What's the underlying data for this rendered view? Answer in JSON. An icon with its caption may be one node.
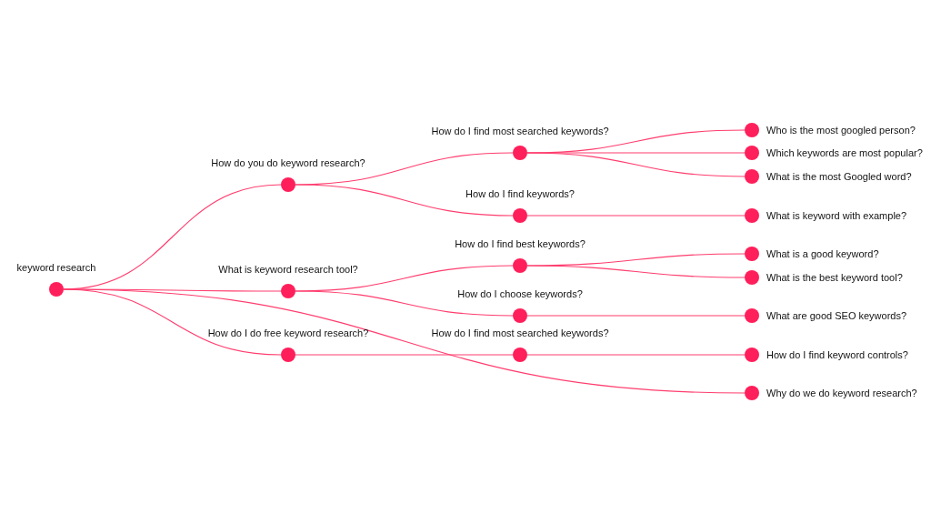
{
  "diagram": {
    "nodes": [
      {
        "text": [
          "keyword research"
        ]
      },
      {
        "text": [
          "How do you do keyword research?"
        ]
      },
      {
        "text": [
          "What is keyword research tool?"
        ]
      },
      {
        "text": [
          "How do I do free keyword research?"
        ]
      },
      {
        "text": [
          "How do I find most searched keywords?"
        ]
      },
      {
        "text": [
          "How do I find keywords?"
        ]
      },
      {
        "text": [
          "How do I find best keywords?"
        ]
      },
      {
        "text": [
          "How do I choose keywords?"
        ]
      },
      {
        "text": [
          "How do I find most searched keywords?"
        ]
      },
      {
        "text": [
          "Who is the most googled person?"
        ]
      },
      {
        "text": [
          "Which keywords are most popular?"
        ]
      },
      {
        "text": [
          "What is the most Googled word?"
        ]
      },
      {
        "text": [
          "What is keyword with example?"
        ]
      },
      {
        "text": [
          "What is a good keyword?"
        ]
      },
      {
        "text": [
          "What is the best keyword tool?"
        ]
      },
      {
        "text": [
          "What are good SEO keywords?"
        ]
      },
      {
        "text": [
          "How do I find keyword controls?"
        ]
      },
      {
        "text": [
          "Why do we do keyword research?"
        ]
      }
    ],
    "edges": [
      {
        "from": 0,
        "to": 1,
        "arrow": "none"
      },
      {
        "from": 0,
        "to": 2,
        "arrow": "none"
      },
      {
        "from": 0,
        "to": 3,
        "arrow": "none"
      },
      {
        "from": 0,
        "to": 17,
        "arrow": "none"
      },
      {
        "from": 1,
        "to": 4,
        "arrow": "none"
      },
      {
        "from": 1,
        "to": 5,
        "arrow": "none"
      },
      {
        "from": 2,
        "to": 6,
        "arrow": "none"
      },
      {
        "from": 2,
        "to": 7,
        "arrow": "none"
      },
      {
        "from": 3,
        "to": 8,
        "arrow": "none"
      },
      {
        "from": 4,
        "to": 9,
        "arrow": "none"
      },
      {
        "from": 4,
        "to": 10,
        "arrow": "none"
      },
      {
        "from": 4,
        "to": 11,
        "arrow": "none"
      },
      {
        "from": 5,
        "to": 12,
        "arrow": "none"
      },
      {
        "from": 6,
        "to": 13,
        "arrow": "none"
      },
      {
        "from": 6,
        "to": 14,
        "arrow": "none"
      },
      {
        "from": 7,
        "to": 15,
        "arrow": "none"
      },
      {
        "from": 8,
        "to": 16,
        "arrow": "none"
      }
    ]
  }
}
